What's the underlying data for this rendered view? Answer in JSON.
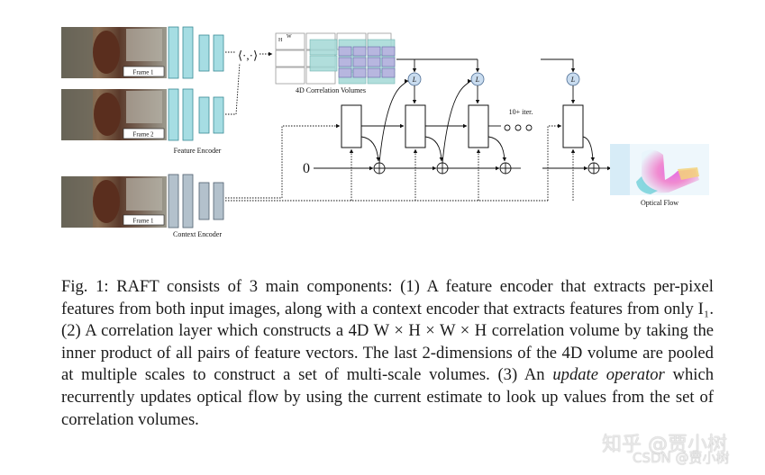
{
  "figure": {
    "frame1_label": "Frame 1",
    "frame2_label": "Frame 2",
    "frame1_context_label": "Frame 1",
    "feature_encoder_label": "Feature Encoder",
    "context_encoder_label": "Context Encoder",
    "correlation_label": "4D Correlation Volumes",
    "inner_product_symbol": "⟨·,·⟩",
    "vol_label_h": "H",
    "vol_label_w": "W",
    "lookup_symbol": "L",
    "initial_flow": "0",
    "iterations_label": "10+ iter.",
    "optical_flow_label": "Optical Flow",
    "colors": {
      "encoder_feature": "#a6dde3",
      "encoder_context": "#b3c1cc",
      "lookup_fill": "#c9dcef",
      "volume_fill": "#a4d9d6",
      "pooled_fill": "#b7b6df"
    }
  },
  "caption": {
    "fig_label": "Fig. 1:",
    "line1": "RAFT consists of 3 main components: (1) A feature encoder that extracts",
    "line2": "per-pixel features from both input images, along with a context encoder that",
    "line3": "extracts features from only I₁. (2) A correlation layer which constructs a 4D",
    "line4": "W × H × W × H correlation volume by taking the inner product of all pairs of",
    "line5": "feature vectors. The last 2-dimensions of the 4D volume are pooled at multiple",
    "line6": "scales to construct a set of multi-scale volumes. (3) An",
    "update_operator": "update operator",
    "line6b": "which",
    "line7": "recurrently updates optical flow by using the current estimate to look up values",
    "line8": "from the set of correlation volumes."
  },
  "watermark": {
    "line1": "知乎 @贾小树",
    "line2": "CSDN @贾小树"
  }
}
